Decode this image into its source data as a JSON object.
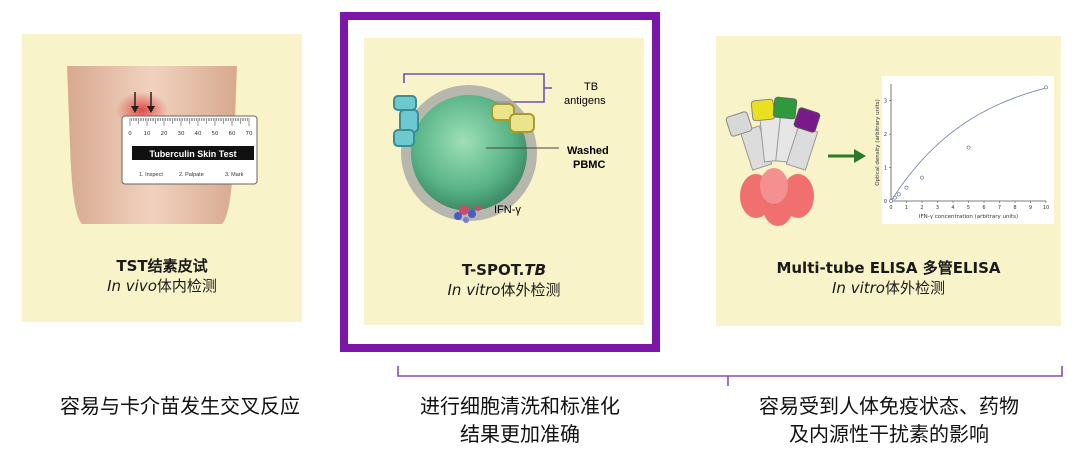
{
  "panels": [
    {
      "title": "TST结素皮试",
      "subtitle_italic": "In vivo",
      "subtitle_rest": "体内检测",
      "ruler_label": "Tuberculin Skin Test",
      "ruler_numbers": [
        "0",
        "10",
        "20",
        "30",
        "40",
        "50",
        "60",
        "70"
      ],
      "ruler_steps": [
        "1. Inspect",
        "2. Palpate",
        "3. Mark"
      ]
    },
    {
      "title_main": "T-SPOT.",
      "title_italic": "TB",
      "subtitle_italic": "In vitro",
      "subtitle_rest": "体外检测",
      "label_antigens": [
        "TB",
        "antigens"
      ],
      "label_pbmc": [
        "Washed",
        "PBMC"
      ],
      "label_ifn": "IFN-γ"
    },
    {
      "title": "Multi-tube ELISA 多管ELISA",
      "subtitle_italic": "In vitro",
      "subtitle_rest": "体外检测",
      "chart": {
        "ylabel": "Optical density (arbitrary units)",
        "xlabel": "IFN-γ concentration (arbitrary units)"
      }
    }
  ],
  "bottom_texts": [
    {
      "lines": [
        "容易与卡介苗发生交叉反应"
      ]
    },
    {
      "lines": [
        "进行细胞清洗和标准化",
        "结果更加准确"
      ]
    },
    {
      "lines": [
        "容易受到人体免疫状态、药物",
        "及内源性干扰素的影响"
      ]
    }
  ],
  "chart_data": {
    "type": "line",
    "x": [
      0,
      0.25,
      0.5,
      1,
      2,
      5,
      10
    ],
    "y": [
      0,
      0.1,
      0.2,
      0.4,
      0.7,
      1.6,
      3.4
    ],
    "xlim": [
      0,
      10
    ],
    "ylim": [
      0,
      3.5
    ],
    "xticks": [
      "0",
      "1",
      "2",
      "3",
      "4",
      "5",
      "6",
      "7",
      "8",
      "9",
      "10"
    ],
    "yticks": [
      "0",
      "1",
      "2",
      "3"
    ],
    "xlabel": "IFN-γ concentration (arbitrary units)",
    "ylabel": "Optical density (arbitrary units)"
  },
  "colors": {
    "panel_bg": "#f8f3c8",
    "frame": "#7b16a6",
    "bracket": "#8a4bb8",
    "tube_white": "#e8e8e8",
    "tube_yellow": "#e8e020",
    "tube_green": "#2e9a3c",
    "tube_purple": "#7a1a8a",
    "arrow": "#2a7a2a"
  }
}
